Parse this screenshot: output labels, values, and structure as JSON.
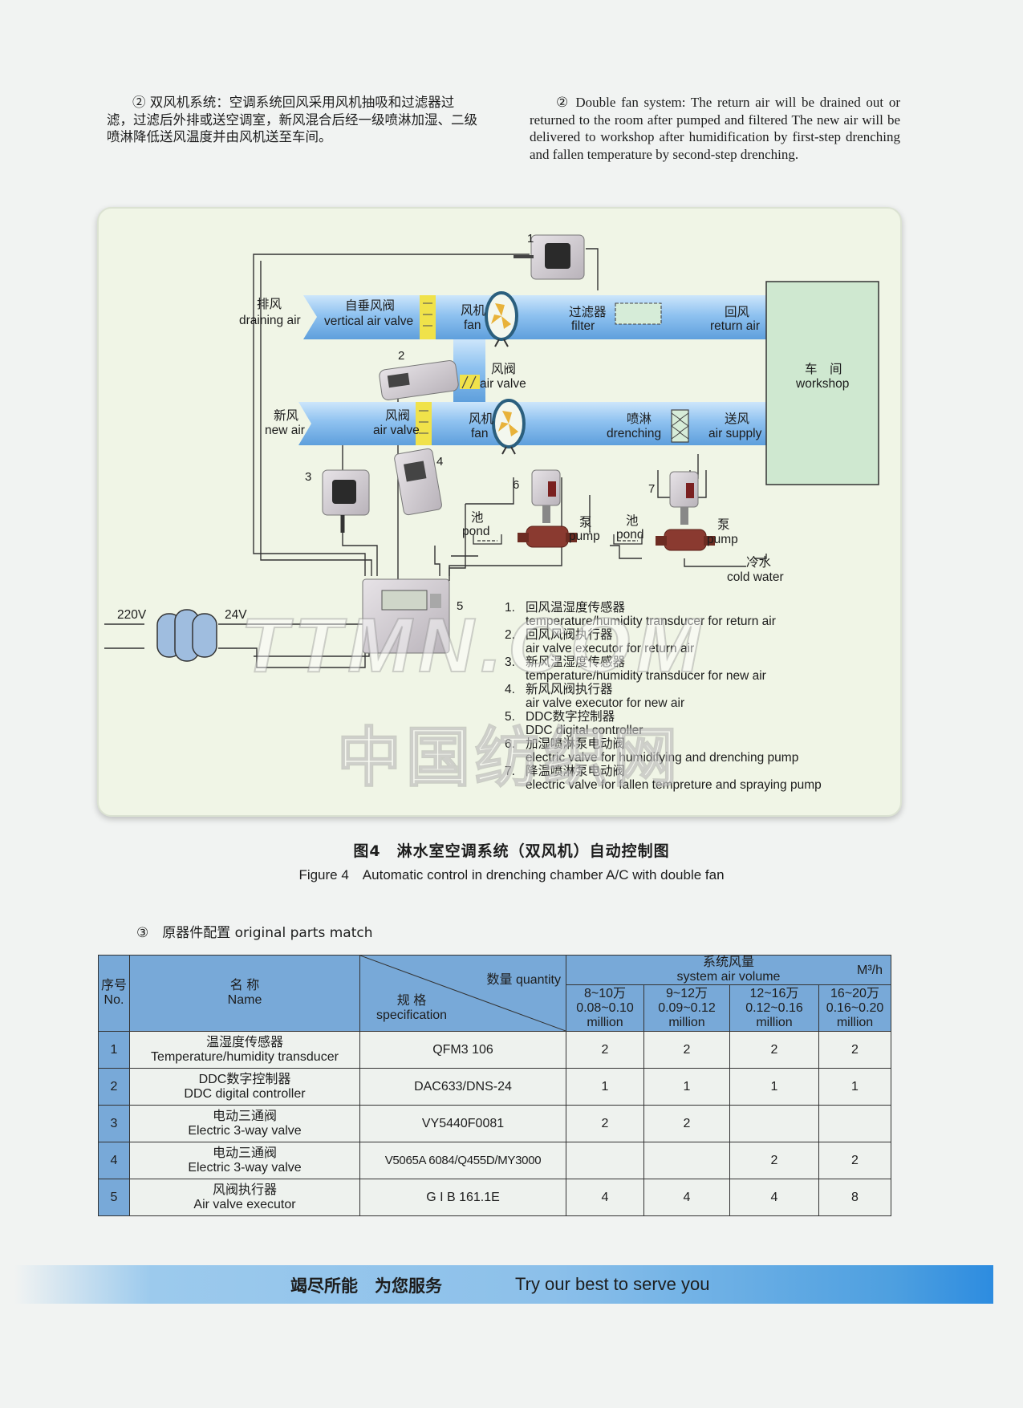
{
  "intro": {
    "cn": "② 双风机系统：空调系统回风采用风机抽吸和过滤器过滤，过滤后外排或送空调室，新风混合后经一级喷淋加湿、二级喷淋降低送风温度并由风机送至车间。",
    "en": "② Double fan system: The return air will be drained out or returned to the room after pumped and filtered The new air will be delivered to workshop after humidification by first-step drenching and fallen temperature by second-step drenching."
  },
  "diagram": {
    "labels": {
      "draining_cn": "排风",
      "draining_en": "draining air",
      "vertical_valve_cn": "自垂风阀",
      "vertical_valve_en": "vertical air valve",
      "fan_cn": "风机",
      "fan_en": "fan",
      "filter_cn": "过滤器",
      "filter_en": "filter",
      "return_cn": "回风",
      "return_en": "return air",
      "air_valve_cn": "风阀",
      "air_valve_en": "air valve",
      "workshop_cn": "车　间",
      "workshop_en": "workshop",
      "new_air_cn": "新风",
      "new_air_en": "new air",
      "drenching_cn": "喷淋",
      "drenching_en": "drenching",
      "supply_cn": "送风",
      "supply_en": "air supply",
      "pond_cn": "池",
      "pond_en": "pond",
      "pump_cn": "泵",
      "pump_en": "pump",
      "cold_cn": "冷水",
      "cold_en": "cold water",
      "v220": "220V",
      "v24": "24V"
    },
    "numbers": [
      "1",
      "2",
      "3",
      "4",
      "5",
      "6",
      "7"
    ],
    "legend": [
      {
        "no": "1.",
        "cn": "回风温湿度传感器",
        "en": "temperature/humidity transducer for return air"
      },
      {
        "no": "2.",
        "cn": "回风风阀执行器",
        "en": "air valve executor for return air"
      },
      {
        "no": "3.",
        "cn": "新风温湿度传感器",
        "en": "temperature/humidity transducer for new air"
      },
      {
        "no": "4.",
        "cn": "新风风阀执行器",
        "en": "air valve executor for new air"
      },
      {
        "no": "5.",
        "cn": "DDC数字控制器",
        "en": "DDC digital controller"
      },
      {
        "no": "6.",
        "cn": "加湿喷淋泵电动阀",
        "en": "electric valve for humidifying and drenching pump"
      },
      {
        "no": "7.",
        "cn": "降温喷淋泵电动阀",
        "en": "electric valve for fallen tempreture and spraying pump"
      }
    ]
  },
  "watermark": {
    "line1": "TTMN.COM",
    "line2": "中国纺织网"
  },
  "figure": {
    "cn": "图4　淋水室空调系统（双风机）自动控制图",
    "en": "Figure 4　Automatic control in drenching chamber A/C with double fan"
  },
  "section": {
    "title": "③　原器件配置 original parts match"
  },
  "table": {
    "h_no_cn": "序号",
    "h_no_en": "No.",
    "h_name_cn": "名 称",
    "h_name_en": "Name",
    "h_qty": "数量 quantity",
    "h_spec_cn": "规 格",
    "h_spec_en": "specification",
    "h_vol_cn": "系统风量",
    "h_vol_en": "system air volume",
    "h_unit": "M³/h",
    "ranges": [
      {
        "cn": "8~10万",
        "en1": "0.08~0.10",
        "en2": "million"
      },
      {
        "cn": "9~12万",
        "en1": "0.09~0.12",
        "en2": "million"
      },
      {
        "cn": "12~16万",
        "en1": "0.12~0.16",
        "en2": "million"
      },
      {
        "cn": "16~20万",
        "en1": "0.16~0.20",
        "en2": "million"
      }
    ],
    "rows": [
      {
        "no": "1",
        "cn": "温湿度传感器",
        "en": "Temperature/humidity transducer",
        "spec": "QFM3 106",
        "q": [
          "2",
          "2",
          "2",
          "2"
        ]
      },
      {
        "no": "2",
        "cn": "DDC数字控制器",
        "en": "DDC digital controller",
        "spec": "DAC633/DNS-24",
        "q": [
          "1",
          "1",
          "1",
          "1"
        ]
      },
      {
        "no": "3",
        "cn": "电动三通阀",
        "en": "Electric 3-way valve",
        "spec": "VY5440F0081",
        "q": [
          "2",
          "2",
          "",
          ""
        ]
      },
      {
        "no": "4",
        "cn": "电动三通阀",
        "en": "Electric 3-way valve",
        "spec": "V5065A 6084/Q455D/MY3000",
        "q": [
          "",
          "",
          "2",
          "2"
        ]
      },
      {
        "no": "5",
        "cn": "风阀执行器",
        "en": "Air valve executor",
        "spec": "G I B 161.1E",
        "q": [
          "4",
          "4",
          "4",
          "8"
        ]
      }
    ]
  },
  "footer": {
    "cn": "竭尽所能　为您服务",
    "en": "Try our best to serve you"
  }
}
